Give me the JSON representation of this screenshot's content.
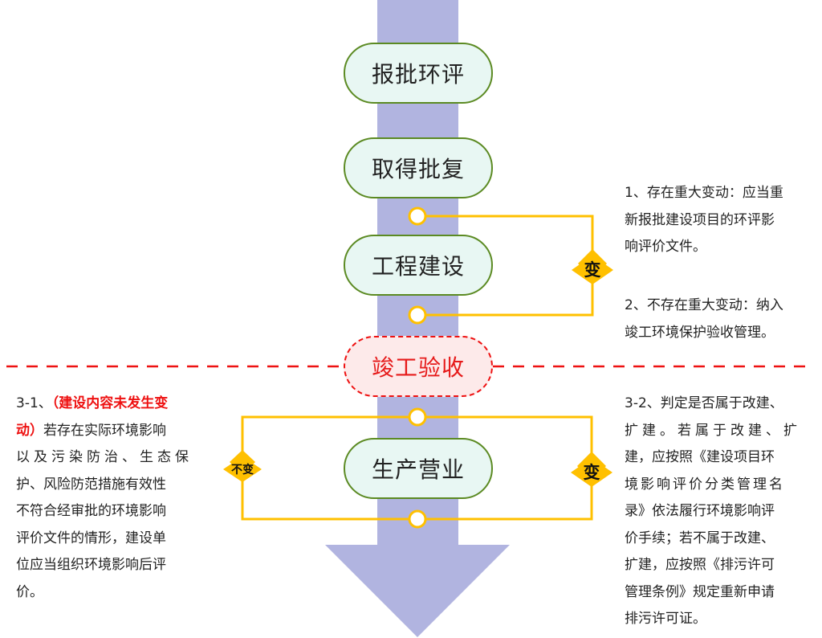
{
  "diagram": {
    "stages": [
      {
        "id": "stage-1",
        "label": "报批环评"
      },
      {
        "id": "stage-2",
        "label": "取得批复"
      },
      {
        "id": "stage-3",
        "label": "工程建设"
      },
      {
        "id": "stage-4",
        "label": "竣工验收",
        "style": "dashed-red"
      },
      {
        "id": "stage-5",
        "label": "生产营业"
      }
    ],
    "decisions": {
      "construction_change": "变",
      "operation_change": "变",
      "operation_no_change": "不变"
    },
    "notes": {
      "note_1": {
        "line_1": "1、存在重大变动：应当重",
        "line_2": "新报批建设项目的环评影",
        "line_3": "响评价文件。"
      },
      "note_2": {
        "line_1": "2、不存在重大变动：纳入",
        "line_2": "竣工环境保护验收管理。"
      },
      "note_3_1": {
        "prefix": "3-1、",
        "highlight_1": "（建设内容未发生变",
        "highlight_2": "动）",
        "line_2_rest": "若存在实际环境影响",
        "line_3": "以及污染防治、生态保",
        "line_4": "护、风险防范措施有效性",
        "line_5": "不符合经审批的环境影响",
        "line_6": "评价文件的情形，建设单",
        "line_7": "位应当组织环境影响后评",
        "line_8": "价。"
      },
      "note_3_2": {
        "line_1": "3-2、判定是否属于改建、",
        "line_2": "扩建。若属于改建、扩",
        "line_3": "建，应按照《建设项目环",
        "line_4": "境影响评价分类管理名",
        "line_5": "录》依法履行环境影响评",
        "line_6": "价手续；若不属于改建、",
        "line_7": "扩建，应按照《排污许可",
        "line_8": "管理条例》规定重新申请",
        "line_9": "排污许可证。"
      }
    },
    "colors": {
      "arrow": "#b1b4e0",
      "stage_fill": "#e8f7f3",
      "stage_border": "#5b8a22",
      "connector": "#ffc000",
      "acceptance_red": "#ee1111",
      "acceptance_fill": "#fdeaea"
    }
  }
}
